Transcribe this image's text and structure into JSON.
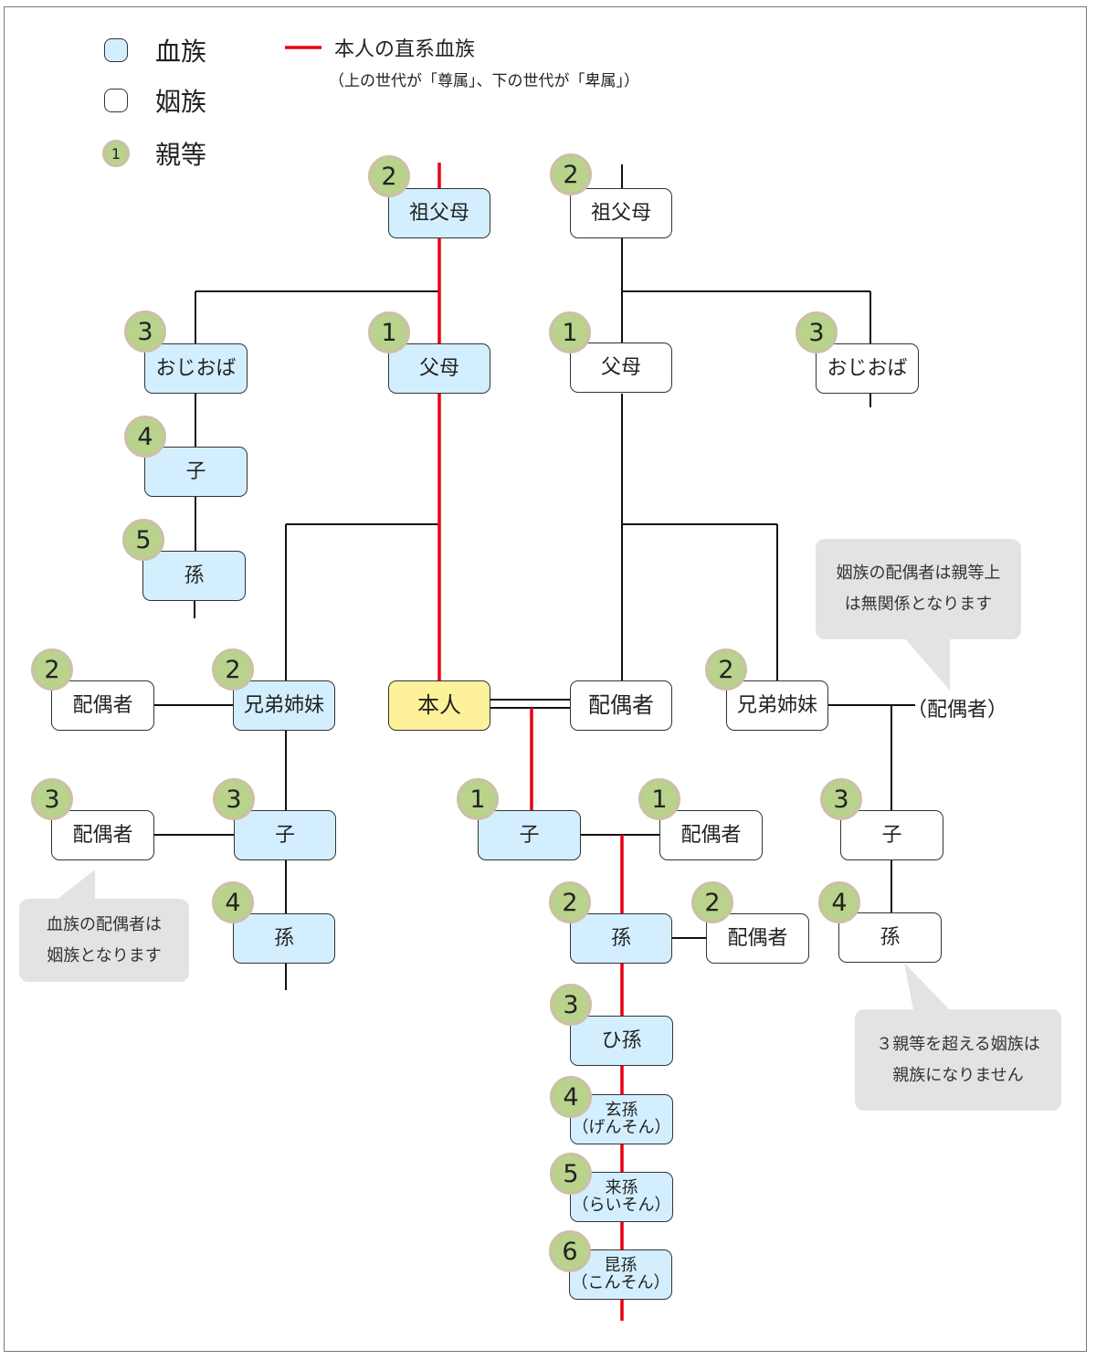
{
  "legend": {
    "blood_label": "血族",
    "affinal_label": "姻族",
    "degree_label": "親等",
    "degree_sample": "1",
    "lineal_label": "本人の直系血族",
    "lineal_note": "（上の世代が「尊属」、下の世代が「卑属」）",
    "colors": {
      "blood": "#d3efff",
      "affinal": "#ffffff",
      "self": "#fdf19a",
      "degree_badge": "#b9d28c",
      "lineal_line": "#e60012"
    }
  },
  "nodes": {
    "grandparents_blood": {
      "label": "祖父母",
      "degree": "2",
      "type": "blood"
    },
    "grandparents_affinal": {
      "label": "祖父母",
      "degree": "2",
      "type": "affinal"
    },
    "uncle_aunt_blood": {
      "label": "おじおば",
      "degree": "3",
      "type": "blood"
    },
    "parents_blood": {
      "label": "父母",
      "degree": "1",
      "type": "blood"
    },
    "parents_affinal": {
      "label": "父母",
      "degree": "1",
      "type": "affinal"
    },
    "uncle_aunt_affinal": {
      "label": "おじおば",
      "degree": "3",
      "type": "affinal"
    },
    "cousin": {
      "label": "子",
      "degree": "4",
      "type": "blood"
    },
    "cousin_child": {
      "label": "孫",
      "degree": "5",
      "type": "blood"
    },
    "sibling_spouse": {
      "label": "配偶者",
      "degree": "2",
      "type": "affinal"
    },
    "siblings_blood": {
      "label": "兄弟姉妹",
      "degree": "2",
      "type": "blood"
    },
    "self": {
      "label": "本人",
      "type": "self"
    },
    "spouse": {
      "label": "配偶者",
      "type": "affinal"
    },
    "siblings_affinal": {
      "label": "兄弟姉妹",
      "degree": "2",
      "type": "affinal"
    },
    "siblings_affinal_spouse": {
      "label": "（配偶者）"
    },
    "nephew_spouse": {
      "label": "配偶者",
      "degree": "3",
      "type": "affinal"
    },
    "nephew": {
      "label": "子",
      "degree": "3",
      "type": "blood"
    },
    "grandnephew": {
      "label": "孫",
      "degree": "4",
      "type": "blood"
    },
    "child": {
      "label": "子",
      "degree": "1",
      "type": "blood"
    },
    "child_spouse": {
      "label": "配偶者",
      "degree": "1",
      "type": "affinal"
    },
    "affinal_nephew": {
      "label": "子",
      "degree": "3",
      "type": "affinal"
    },
    "grandchild": {
      "label": "孫",
      "degree": "2",
      "type": "blood"
    },
    "grandchild_spouse": {
      "label": "配偶者",
      "degree": "2",
      "type": "affinal"
    },
    "affinal_grandnephew": {
      "label": "孫",
      "degree": "4",
      "type": "affinal"
    },
    "great_grandchild": {
      "label": "ひ孫",
      "degree": "3",
      "type": "blood"
    },
    "gg_grandchild": {
      "label": "玄孫",
      "reading": "（げんそん）",
      "degree": "4",
      "type": "blood"
    },
    "ggg_grandchild": {
      "label": "来孫",
      "reading": "（らいそん）",
      "degree": "5",
      "type": "blood"
    },
    "gggg_grandchild": {
      "label": "昆孫",
      "reading": "（こんそん）",
      "degree": "6",
      "type": "blood"
    }
  },
  "callouts": {
    "affinal_spouse": [
      "姻族の配偶者は親等上",
      "は無関係となります"
    ],
    "blood_spouse": [
      "血族の配偶者は",
      "姻族となります"
    ],
    "beyond_third": [
      "３親等を超える姻族は",
      "親族になりません"
    ]
  }
}
